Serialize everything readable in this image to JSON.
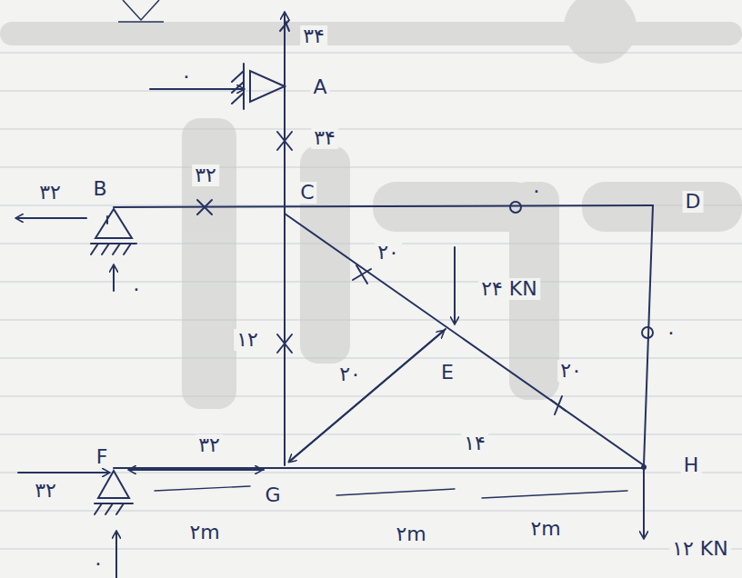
{
  "diagram": {
    "labels": [
      "۳۴",
      "A",
      "۰",
      "۳۴",
      "B",
      "۳۲",
      "۳۲",
      "C",
      "D",
      "۰",
      "۲۰",
      "۲۴ KN",
      "۱۲",
      "۲۰",
      "E",
      "۲۰",
      "۰",
      "F",
      "۳۲",
      "G",
      "۱۴",
      "H",
      "۳۲",
      "۰",
      "۰",
      "۱۲ KN",
      "۲m",
      "۲m",
      "۲m"
    ]
  }
}
